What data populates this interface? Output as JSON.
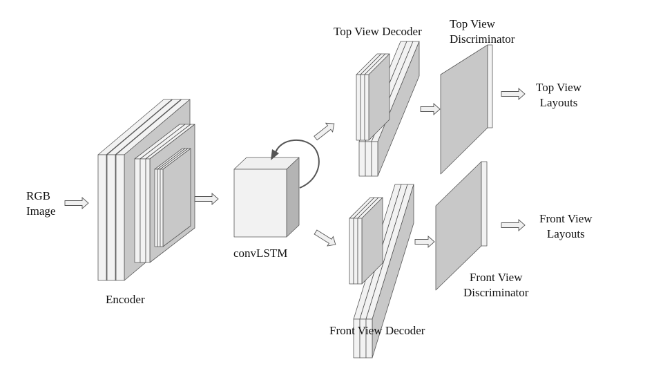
{
  "diagram": {
    "input_label": [
      "RGB",
      "Image"
    ],
    "encoder_label": "Encoder",
    "convlstm_label": "convLSTM",
    "top_decoder_label": "Top View Decoder",
    "top_discriminator_label": [
      "Top View",
      "Discriminator"
    ],
    "top_output_label": [
      "Top View",
      "Layouts"
    ],
    "front_decoder_label": "Front View Decoder",
    "front_discriminator_label": [
      "Front View",
      "Discriminator"
    ],
    "front_output_label": [
      "Front View",
      "Layouts"
    ]
  },
  "colors": {
    "panel_front": "#f2f2f2",
    "panel_face": "#c8c8c8",
    "panel_dark": "#b4b4b4",
    "stroke": "#555555"
  }
}
